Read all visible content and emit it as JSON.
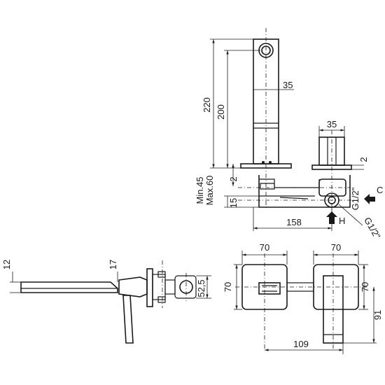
{
  "side_view": {
    "dim_220": "220",
    "dim_200": "200",
    "dim_35_spout": "35",
    "dim_35_mixer": "35",
    "dim_2_left": "2",
    "dim_2_right": "2",
    "min_label": "Min.45",
    "max_label": "Max.60",
    "dim_15": "15",
    "dim_158": "158",
    "g_half_1": "G1/2\"",
    "g_half_2": "G1/2\"",
    "cold_label": "C",
    "hot_label": "H"
  },
  "front_view": {
    "dim_12": "12",
    "dim_17": "17",
    "dim_52_5": "52,5"
  },
  "plan_view": {
    "dim_70_top_left": "70",
    "dim_70_top_right": "70",
    "dim_70_left": "70",
    "dim_70_right": "70",
    "dim_91": "91",
    "dim_109": "109"
  }
}
